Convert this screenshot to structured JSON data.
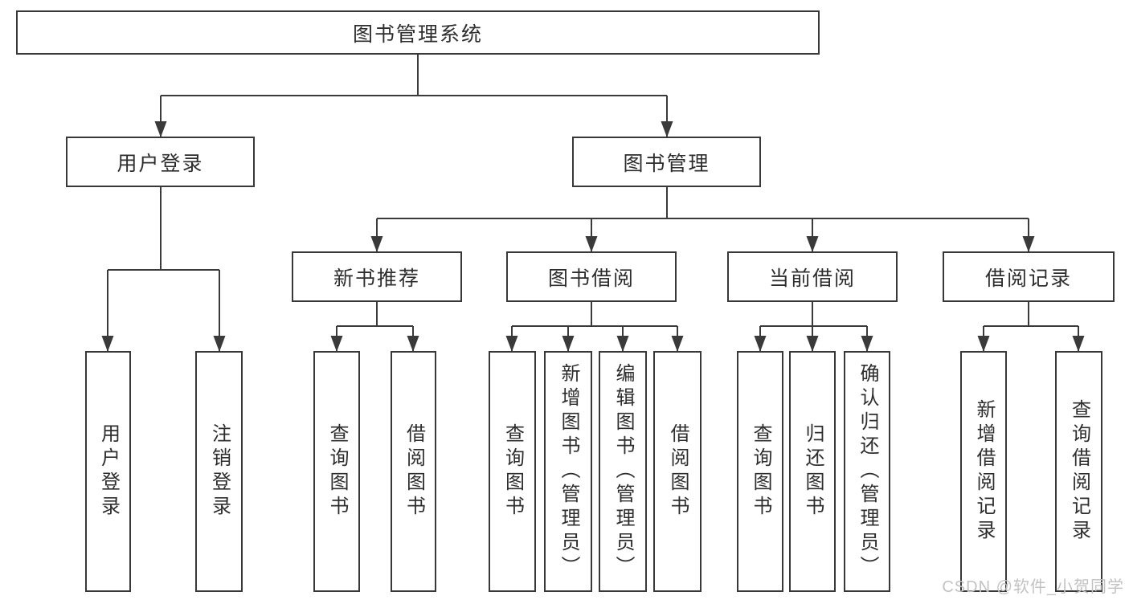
{
  "tree": {
    "label": "图书管理系统",
    "children": [
      {
        "label": "用户登录",
        "children": [
          {
            "label": "用户登录"
          },
          {
            "label": "注销登录"
          }
        ]
      },
      {
        "label": "图书管理",
        "children": [
          {
            "label": "新书推荐",
            "children": [
              {
                "label": "查询图书"
              },
              {
                "label": "借阅图书"
              }
            ]
          },
          {
            "label": "图书借阅",
            "children": [
              {
                "label": "查询图书"
              },
              {
                "label": "新增图书（管理员）"
              },
              {
                "label": "编辑图书（管理员）"
              },
              {
                "label": "借阅图书"
              }
            ]
          },
          {
            "label": "当前借阅",
            "children": [
              {
                "label": "查询图书"
              },
              {
                "label": "归还图书"
              },
              {
                "label": "确认归还（管理员）"
              }
            ]
          },
          {
            "label": "借阅记录",
            "children": [
              {
                "label": "新增借阅记录"
              },
              {
                "label": "查询借阅记录"
              }
            ]
          }
        ]
      }
    ]
  },
  "watermark": {
    "text": "CSDN @软件_小贺同学"
  },
  "colors": {
    "line": "#3a3a3a",
    "box_border": "#383838",
    "text": "#2d2d2d",
    "watermark": "#c2c2c2",
    "background": "#ffffff"
  }
}
